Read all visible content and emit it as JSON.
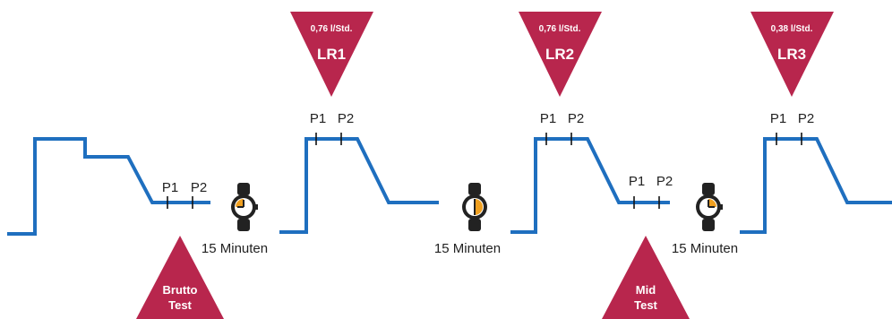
{
  "leak_rate_markers": [
    {
      "rate": "0,76 l/Std.",
      "label": "LR1"
    },
    {
      "rate": "0,76 l/Std.",
      "label": "LR2"
    },
    {
      "rate": "0,38 l/Std.",
      "label": "LR3"
    }
  ],
  "test_markers": [
    {
      "line1": "Brutto",
      "line2": "Test"
    },
    {
      "line1": "Mid",
      "line2": "Test"
    }
  ],
  "point_labels": {
    "p1": "P1",
    "p2": "P2"
  },
  "wait_labels": [
    "15 Minuten",
    "15 Minuten",
    "15 Minuten"
  ],
  "colors": {
    "accent": "#b8264d",
    "curve": "#1f6fbf",
    "clock_hand": "#f0a020"
  },
  "icons": [
    "watch-icon",
    "watch-icon",
    "watch-icon"
  ]
}
